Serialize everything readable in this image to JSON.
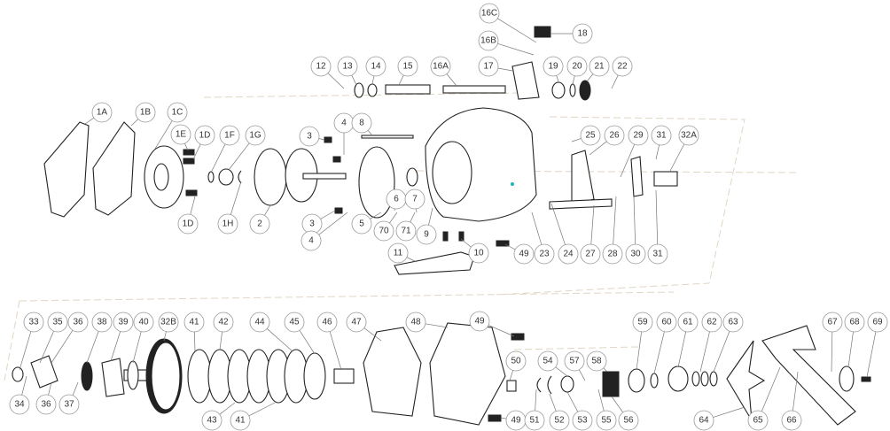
{
  "diagram": {
    "type": "exploded-parts-diagram",
    "callouts": [
      "16C",
      "18",
      "16B",
      "12",
      "13",
      "14",
      "15",
      "16A",
      "17",
      "19",
      "20",
      "21",
      "22",
      "1A",
      "1B",
      "1C",
      "1E",
      "1D",
      "1F",
      "1G",
      "3",
      "4",
      "8",
      "25",
      "26",
      "29",
      "31",
      "32A",
      "1D",
      "1H",
      "2",
      "3",
      "4",
      "5",
      "6",
      "7",
      "70",
      "71",
      "9",
      "10",
      "11",
      "49",
      "23",
      "24",
      "27",
      "28",
      "30",
      "31",
      "33",
      "35",
      "36",
      "38",
      "39",
      "40",
      "32B",
      "41",
      "42",
      "44",
      "45",
      "46",
      "47",
      "48",
      "49",
      "59",
      "60",
      "61",
      "62",
      "63",
      "67",
      "68",
      "69",
      "50",
      "54",
      "57",
      "58",
      "34",
      "36",
      "37",
      "43",
      "41",
      "49",
      "51",
      "52",
      "53",
      "55",
      "56",
      "64",
      "65",
      "66"
    ],
    "accent_color": "#1fb5b5"
  }
}
